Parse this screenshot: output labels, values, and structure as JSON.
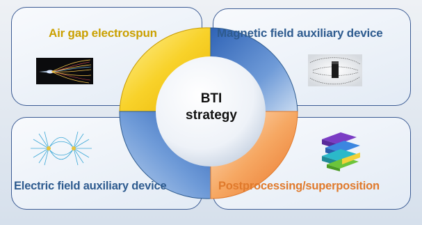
{
  "center": {
    "line1": "BTI",
    "line2": "strategy"
  },
  "quadrants": {
    "top_left": {
      "label": "Air gap electrospun",
      "color": "#caa000",
      "icon": "electrospinning-jet-icon"
    },
    "top_right": {
      "label": "Magnetic field auxiliary device",
      "color": "#2e5b8f",
      "icon": "magnet-field-icon"
    },
    "bottom_left": {
      "label": "Electric field auxiliary device",
      "color": "#2e5b8f",
      "icon": "electric-field-lines-icon"
    },
    "bottom_right": {
      "label": "Postprocessing/superposition",
      "color": "#e07a2c",
      "icon": "stacked-layers-icon"
    }
  },
  "colors": {
    "panel_border": "#3a5a93",
    "wedge_yellow": "#f5c518",
    "wedge_blue": "#3a72c4",
    "wedge_orange": "#f08a3a"
  }
}
